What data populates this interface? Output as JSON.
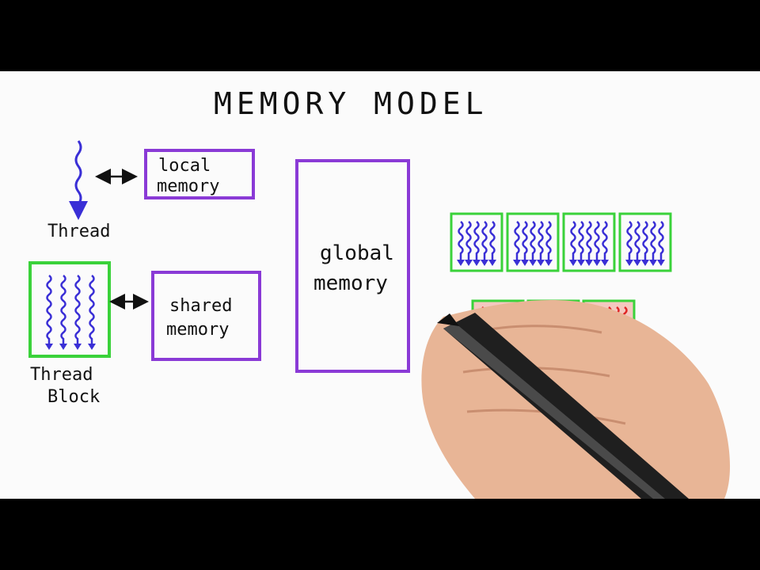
{
  "title": "MEMORY MODEL",
  "thread": {
    "label": "Thread"
  },
  "local_memory": {
    "line1": "local",
    "line2": "memory"
  },
  "thread_block": {
    "line1": "Thread",
    "line2": "Block"
  },
  "shared_memory": {
    "line1": "shared",
    "line2": "memory"
  },
  "global_memory": {
    "line1": "global",
    "line2": "memory"
  },
  "colors": {
    "ink": "#111111",
    "thread_blue": "#3a2fd6",
    "box_purple": "#8a3ad6",
    "block_green": "#3ad23a",
    "red_threads": "#e02525",
    "background": "#fbfbfb",
    "letterbox": "#000000"
  },
  "kernel_grids": {
    "blue_block_count": 4,
    "red_block_count": 3,
    "threads_per_block": 5
  }
}
